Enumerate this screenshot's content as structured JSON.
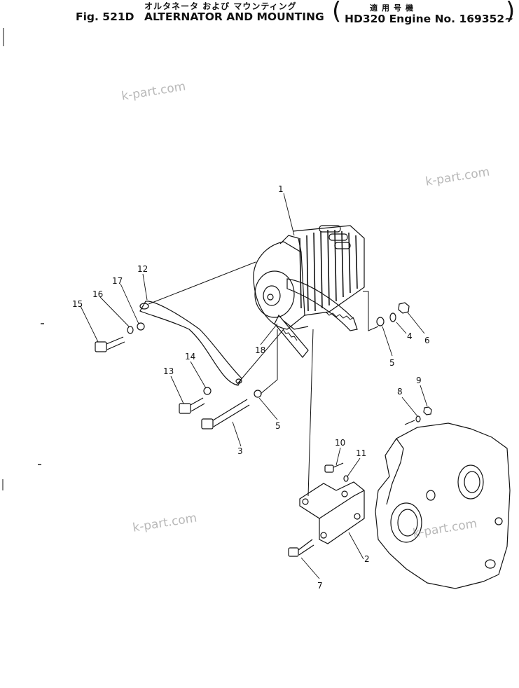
{
  "header": {
    "jp_title": "オルタネータ および マウンティング",
    "fig_no": "Fig. 521D",
    "en_title": "ALTERNATOR AND MOUNTING",
    "jp_model": "適用号機",
    "en_model": "HD320 Engine No. 169352~",
    "paren_open": "(",
    "paren_close": ")"
  },
  "watermark": "k-part.com",
  "callouts": [
    "1",
    "2",
    "3",
    "4",
    "5",
    "5",
    "6",
    "7",
    "8",
    "9",
    "10",
    "11",
    "12",
    "13",
    "14",
    "15",
    "16",
    "17",
    "18"
  ]
}
